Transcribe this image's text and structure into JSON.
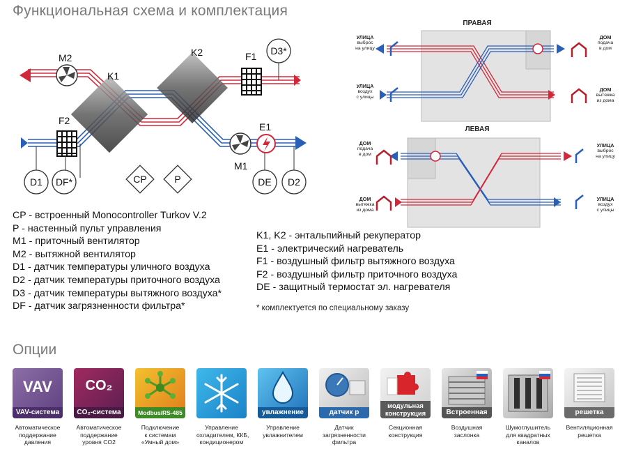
{
  "title": "Функциональная схема и комплектация",
  "diagram_labels": {
    "m2": "M2",
    "k1": "K1",
    "k2": "K2",
    "f1": "F1",
    "f2": "F2",
    "m1": "M1",
    "e1": "E1",
    "d3": "D3*",
    "d1": "D1",
    "df": "DF*",
    "cp": "CP",
    "p": "P",
    "de": "DE",
    "d2": "D2"
  },
  "legend_left": [
    "CP - встроенный Monocontroller Turkov V.2",
    "P - настенный пульт управления",
    "M1 - приточный вентилятор",
    "M2 - вытяжной вентилятор",
    "D1 - датчик температуры уличного воздуха",
    "D2 - датчик температуры приточного воздуха",
    "D3 - датчик температуры вытяжного воздуха*",
    "DF - датчик загрязненности фильтра*"
  ],
  "legend_right": [
    "K1, K2 - энтальпийный рекуператор",
    "E1 - электрический нагреватель",
    "F1 - воздушный фильтр вытяжного воздуха",
    "F2 - воздушный фильтр приточного воздуха",
    "DE - защитный термостат эл. нагревателя"
  ],
  "note": "* комплектуется по специальному заказу",
  "variants": {
    "right": {
      "title": "ПРАВАЯ",
      "tl": [
        "УЛИЦА",
        "выброс",
        "на улицу"
      ],
      "bl": [
        "УЛИЦА",
        "воздух",
        "с улицы"
      ],
      "tr": [
        "ДОМ",
        "подача",
        "в дом"
      ],
      "br": [
        "ДОМ",
        "вытяжка",
        "из дома"
      ]
    },
    "left": {
      "title": "ЛЕВАЯ",
      "tl": [
        "ДОМ",
        "подача",
        "в дом"
      ],
      "bl": [
        "ДОМ",
        "вытяжка",
        "из дома"
      ],
      "tr": [
        "УЛИЦА",
        "выброс",
        "на улицу"
      ],
      "br": [
        "УЛИЦА",
        "воздух",
        "с улицы"
      ]
    }
  },
  "options_title": "Опции",
  "options": [
    {
      "big": "VAV",
      "band": "VAV-система",
      "caption": [
        "Автоматическое",
        "поддержание",
        "давления"
      ]
    },
    {
      "big": "CO₂",
      "band": "CO₂-система",
      "caption": [
        "Автоматическое",
        "поддержание",
        "уровня CO2"
      ]
    },
    {
      "band": "Modbus/RS-485",
      "caption": [
        "Подключение",
        "к системам",
        "«Умный дом»"
      ]
    },
    {
      "caption": [
        "Управление",
        "охладителем, ККБ,",
        "кондиционером"
      ]
    },
    {
      "band": "увлажнение",
      "caption": [
        "Управление",
        "увлажнителем"
      ]
    },
    {
      "band": "датчик р",
      "caption": [
        "Датчик",
        "загрязненности",
        "фильтра"
      ]
    },
    {
      "band": "модульная конструкция",
      "band_lines": [
        "модульная",
        "конструкция"
      ],
      "caption": [
        "Секционная",
        "конструкция"
      ]
    },
    {
      "band": "Встроенная",
      "caption": [
        "Воздушная",
        "заслонка"
      ]
    },
    {
      "caption": [
        "Шумоглушитель",
        "для квадратных",
        "каналов"
      ]
    },
    {
      "band": "решетка",
      "caption": [
        "Вентиляционная",
        "решетка"
      ]
    }
  ],
  "colors": {
    "supply": "#2a5fb8",
    "exhaust": "#d3283a",
    "heading": "#7a7a7a"
  }
}
